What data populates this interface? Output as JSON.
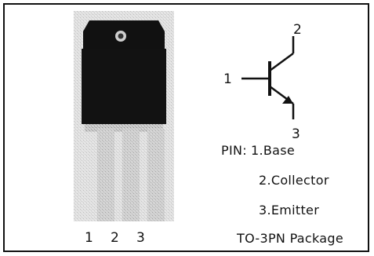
{
  "package_pins": {
    "pin1": "1",
    "pin2": "2",
    "pin3": "3"
  },
  "symbol": {
    "base_label": "1",
    "collector_label": "2",
    "emitter_label": "3",
    "style": "npn-transistor"
  },
  "pin_info": {
    "heading": "PIN:",
    "base": "1.Base",
    "collector": "2.Collector",
    "emitter": "3.Emitter",
    "package": "TO-3PN Package"
  },
  "colors": {
    "border": "#111111",
    "body": "#111111",
    "leads": "#bdbdbd",
    "background": "#ffffff"
  }
}
